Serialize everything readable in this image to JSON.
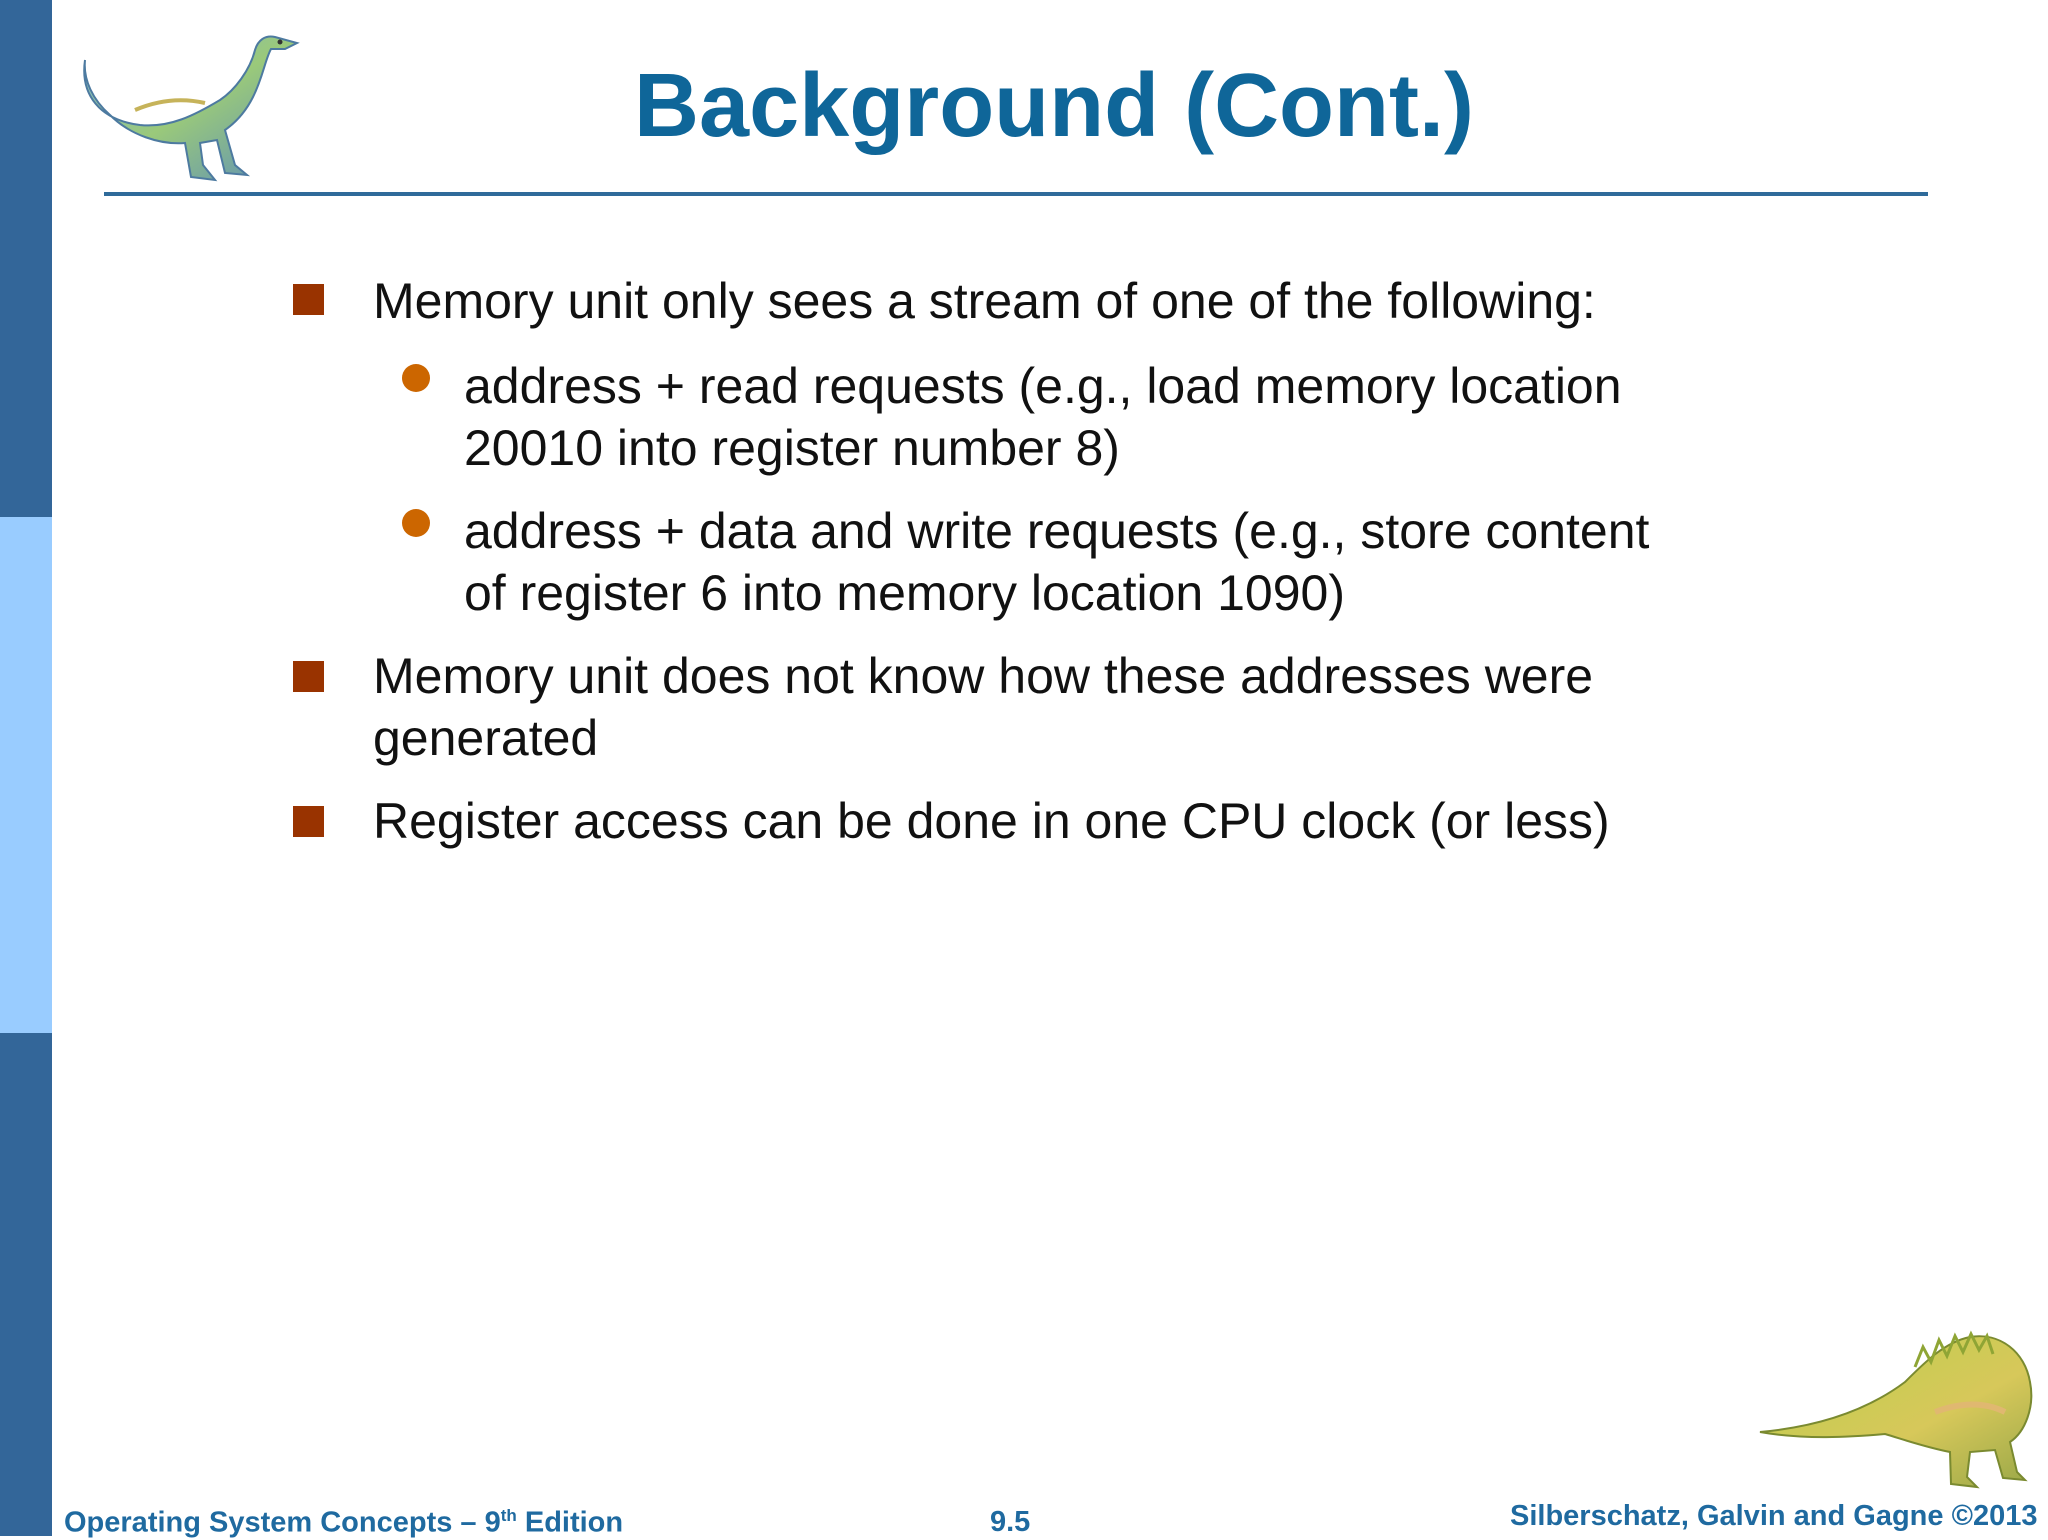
{
  "slide": {
    "title": "Background (Cont.)",
    "bullets": [
      {
        "text": "Memory unit only sees a stream of one of the following:",
        "subs": [
          {
            "lines": [
              "address + read requests (e.g., load memory location",
              "20010 into register number 8)"
            ]
          },
          {
            "lines": [
              "address + data and write requests (e.g., store content",
              "of register 6 into memory location 1090)"
            ]
          }
        ]
      },
      {
        "lines": [
          "Memory unit does not know how these addresses were",
          "generated"
        ]
      },
      {
        "text": "Register access can be done in one CPU clock (or less)"
      }
    ]
  },
  "footer": {
    "book_prefix": "Operating System Concepts – 9",
    "book_sup": "th",
    "book_suffix": " Edition",
    "page_number": "9.5",
    "authors": "Silberschatz, Galvin and Gagne ©2013"
  },
  "colors": {
    "title": "#0f6699",
    "sidebar_dark": "#336699",
    "sidebar_light": "#99ccff",
    "square_bullet": "#993300",
    "round_bullet": "#cc6600",
    "footer_text": "#1f6aa0"
  },
  "icons": {
    "top_left": "dinosaur-illustration",
    "bottom_right": "dinosaur-illustration"
  }
}
